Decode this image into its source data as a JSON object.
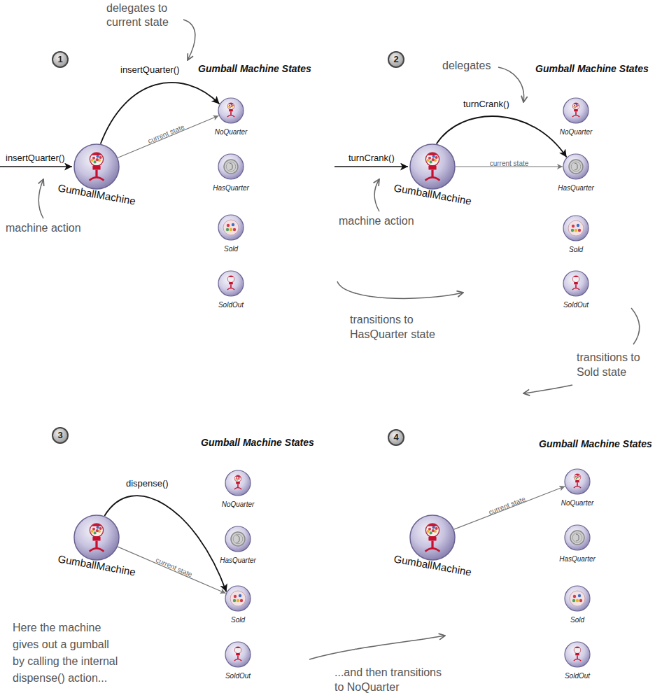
{
  "diagram": {
    "nodes": [
      {
        "text": [
          "GumballMachine"
        ]
      },
      {
        "text": [
          "Gumball Machine States"
        ]
      },
      {
        "text": [
          "NoQuarter"
        ],
        "in": 1
      },
      {
        "text": [
          "HasQuarter"
        ],
        "in": 1
      },
      {
        "text": [
          "Sold"
        ],
        "in": 1
      },
      {
        "text": [
          "SoldOut"
        ],
        "in": 1
      },
      {
        "text": [
          "GumballMachine"
        ]
      },
      {
        "text": [
          "Gumball Machine States"
        ]
      },
      {
        "text": [
          "NoQuarter"
        ],
        "in": 7
      },
      {
        "text": [
          "HasQuarter"
        ],
        "in": 7
      },
      {
        "text": [
          "Sold"
        ],
        "in": 7
      },
      {
        "text": [
          "SoldOut"
        ],
        "in": 7
      },
      {
        "text": [
          "GumballMachine"
        ]
      },
      {
        "text": [
          "Gumball Machine States"
        ]
      },
      {
        "text": [
          "NoQuarter"
        ],
        "in": 13
      },
      {
        "text": [
          "HasQuarter"
        ],
        "in": 13
      },
      {
        "text": [
          "Sold"
        ],
        "in": 13
      },
      {
        "text": [
          "SoldOut"
        ],
        "in": 13
      },
      {
        "text": [
          "GumballMachine"
        ]
      },
      {
        "text": [
          "Gumball Machine States"
        ]
      },
      {
        "text": [
          "NoQuarter"
        ],
        "in": 19
      },
      {
        "text": [
          "HasQuarter"
        ],
        "in": 19
      },
      {
        "text": [
          "Sold"
        ],
        "in": 19
      },
      {
        "text": [
          "SoldOut"
        ],
        "in": 19
      }
    ],
    "edges": [
      {
        "from": 0,
        "to": 2,
        "arrow": "to",
        "label": "insertQuarter()"
      },
      {
        "from": 0,
        "to": 2,
        "arrow": "to",
        "label": "current state"
      },
      {
        "from": 6,
        "to": 9,
        "arrow": "to",
        "label": "turnCrank()"
      },
      {
        "from": 6,
        "to": 9,
        "arrow": "to",
        "label": "current state"
      },
      {
        "from": 12,
        "to": 16,
        "arrow": "to",
        "label": "dispense()"
      },
      {
        "from": 12,
        "to": 16,
        "arrow": "to",
        "label": "current state"
      },
      {
        "from": 18,
        "to": 20,
        "arrow": "to",
        "label": "current state"
      }
    ],
    "labels": [
      "1",
      "delegates to current state",
      "insertQuarter()",
      "machine action",
      "2",
      "delegates",
      "turnCrank()",
      "machine action",
      "transitions to HasQuarter state",
      "transitions to Sold state",
      "3",
      "Here the machine gives out a gumball by calling the internal dispense() action...",
      "4",
      "...and then transitions to NoQuarter"
    ]
  }
}
